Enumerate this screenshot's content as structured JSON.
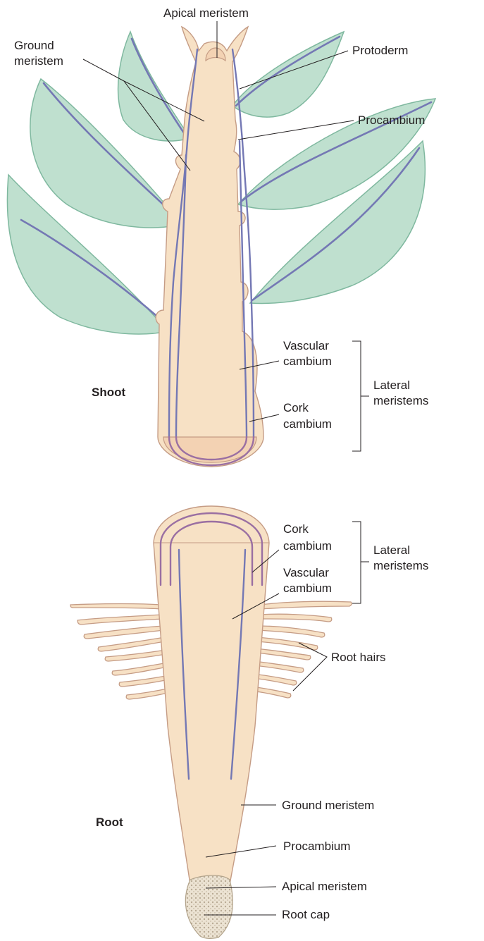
{
  "shoot": {
    "title": "Shoot",
    "apical_meristem": "Apical meristem",
    "ground_meristem_line1": "Ground",
    "ground_meristem_line2": "meristem",
    "protoderm": "Protoderm",
    "procambium": "Procambium",
    "vascular_cambium_line1": "Vascular",
    "vascular_cambium_line2": "cambium",
    "cork_cambium_line1": "Cork",
    "cork_cambium_line2": "cambium",
    "lateral_meristems_line1": "Lateral",
    "lateral_meristems_line2": "meristems"
  },
  "root": {
    "title": "Root",
    "cork_cambium_line1": "Cork",
    "cork_cambium_line2": "cambium",
    "vascular_cambium_line1": "Vascular",
    "vascular_cambium_line2": "cambium",
    "lateral_meristems_line1": "Lateral",
    "lateral_meristems_line2": "meristems",
    "root_hairs": "Root hairs",
    "ground_meristem": "Ground meristem",
    "procambium": "Procambium",
    "apical_meristem": "Apical meristem",
    "root_cap": "Root cap"
  },
  "colors": {
    "leaf_fill": "#bfe0cf",
    "tissue_fill": "#f7e1c5",
    "procambium_stroke": "#7478b4",
    "cambium_stroke": "#9a6fa2"
  }
}
